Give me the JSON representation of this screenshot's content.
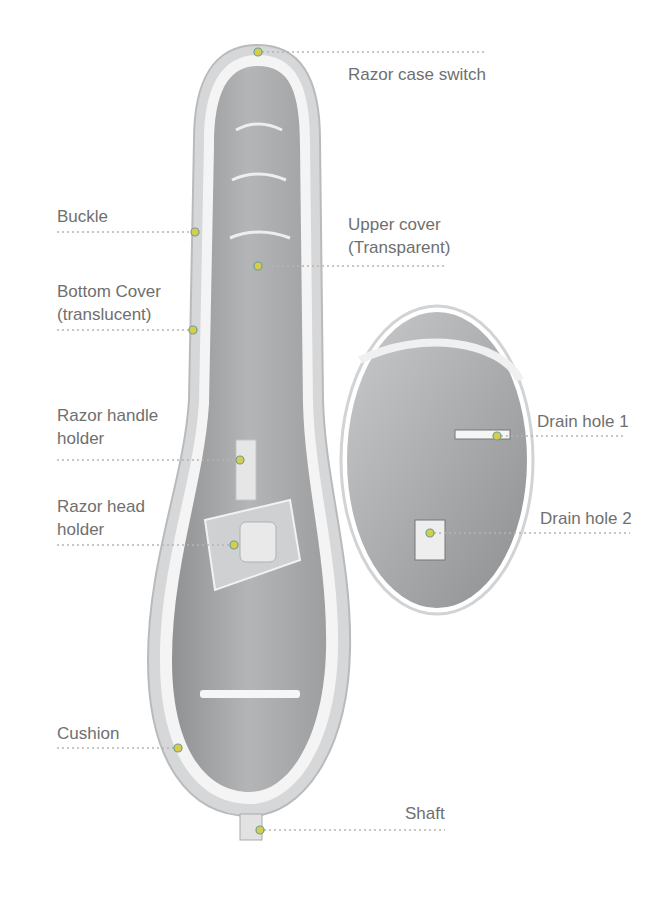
{
  "diagram": {
    "labels": [
      "Razor case switch",
      "Buckle",
      "Upper cover (Transparent)",
      "Bottom Cover (translucent)",
      "Razor handle holder",
      "Razor head holder",
      "Cushion",
      "Shaft",
      "Drain hole 1",
      "Drain hole 2"
    ]
  }
}
